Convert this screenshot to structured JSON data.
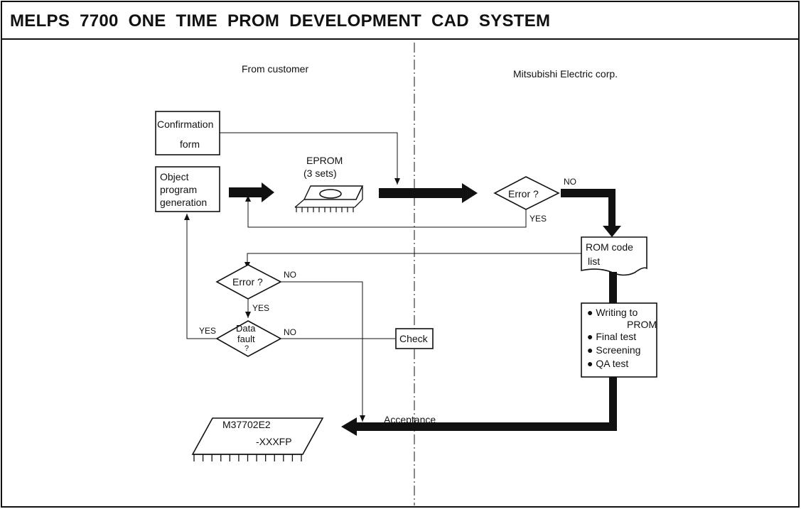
{
  "title": "MELPS  7700  ONE  TIME  PROM  DEVELOPMENT  CAD  SYSTEM",
  "columns": {
    "left": "From customer",
    "right": "Mitsubishi Electric corp."
  },
  "boxes": {
    "confirmation": [
      "Confirmation",
      "form"
    ],
    "object_program": [
      "Object",
      "program",
      "generation"
    ],
    "eprom": [
      "EPROM",
      "(3 sets)"
    ],
    "rom_code": [
      "ROM code",
      "list"
    ],
    "check": "Check",
    "process_steps": [
      "Writing to",
      "PROM",
      "Final test",
      "Screening",
      "QA test"
    ],
    "chip": [
      "M37702E2",
      "-XXXFP"
    ]
  },
  "decisions": {
    "error_right": "Error ?",
    "error_left": "Error ?",
    "data_fault": [
      "Data",
      "fault",
      "?"
    ]
  },
  "branch_labels": {
    "no_right": "NO",
    "yes_right": "YES",
    "no_left": "NO",
    "yes_left": "YES",
    "yes_datafault": "YES",
    "no_datafault": "NO"
  },
  "acceptance": "Acceptance"
}
